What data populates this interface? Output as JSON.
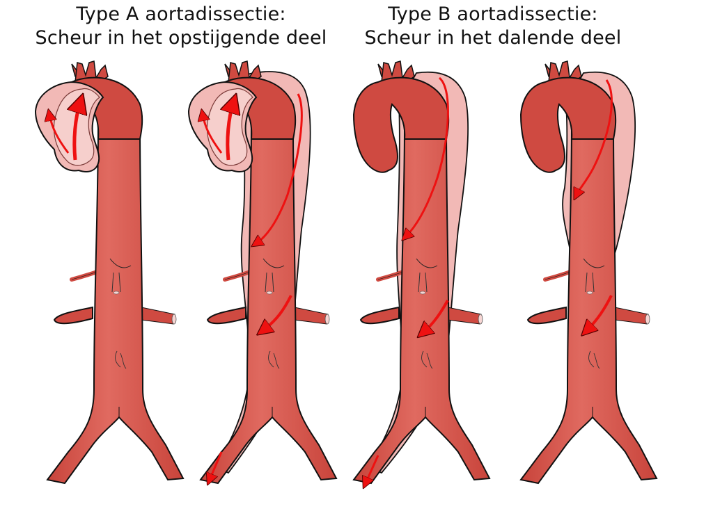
{
  "titles": {
    "type_a": {
      "line1": "Type A aortadissectie:",
      "line2": "Scheur in het opstijgende deel"
    },
    "type_b": {
      "line1": "Type B aortadissectie:",
      "line2": "Scheur in het dalende deel"
    }
  },
  "figures": [
    {
      "id": "type-a-1",
      "group": "Type A",
      "description": "Dissection confined to ascending aorta"
    },
    {
      "id": "type-a-2",
      "group": "Type A",
      "description": "Dissection extending from ascending aorta down to iliac artery"
    },
    {
      "id": "type-b-1",
      "group": "Type B",
      "description": "Dissection in descending aorta extending to iliac artery"
    },
    {
      "id": "type-b-2",
      "group": "Type B",
      "description": "Dissection limited to descending thoracic aorta"
    }
  ],
  "colors": {
    "vessel": "#cf4a41",
    "vessel_highlight": "#e06a60",
    "false_lumen": "#f2b9b6",
    "arrow": "#ee1111",
    "outline": "#111111",
    "background": "#ffffff"
  }
}
